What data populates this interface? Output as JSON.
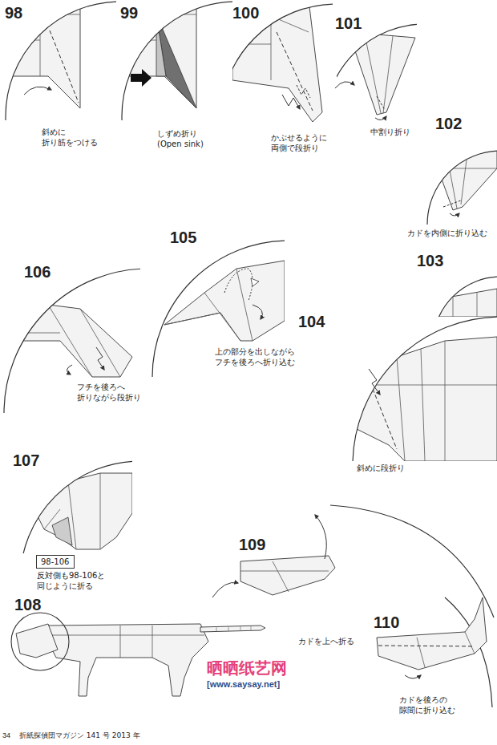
{
  "diagram": {
    "nodes": [
      {
        "text": [
          "98-106"
        ]
      }
    ],
    "labels": [
      "98",
      "99",
      "100",
      "101",
      "斜めに 折り筋をつける",
      "しずめ折り (Open sink)",
      "かぶせるように 両側で段折り",
      "中割り折り",
      "102",
      "カドを内側に折り込む",
      "105",
      "106",
      "103",
      "上の部分を出しながら フチを後ろへ折り込む",
      "104",
      "フチを後ろへ 折りながら段折り",
      "斜めに段折り",
      "107",
      "反対側も98-106と 同じように折る",
      "109",
      "108",
      "110",
      "晒晒纸艺网",
      "カドを上へ折る",
      "[www.saysay.net]",
      "カドを後ろの 隙間に折り込む",
      "34",
      "折紙探偵団マガジン 141 号 2013 年"
    ]
  }
}
